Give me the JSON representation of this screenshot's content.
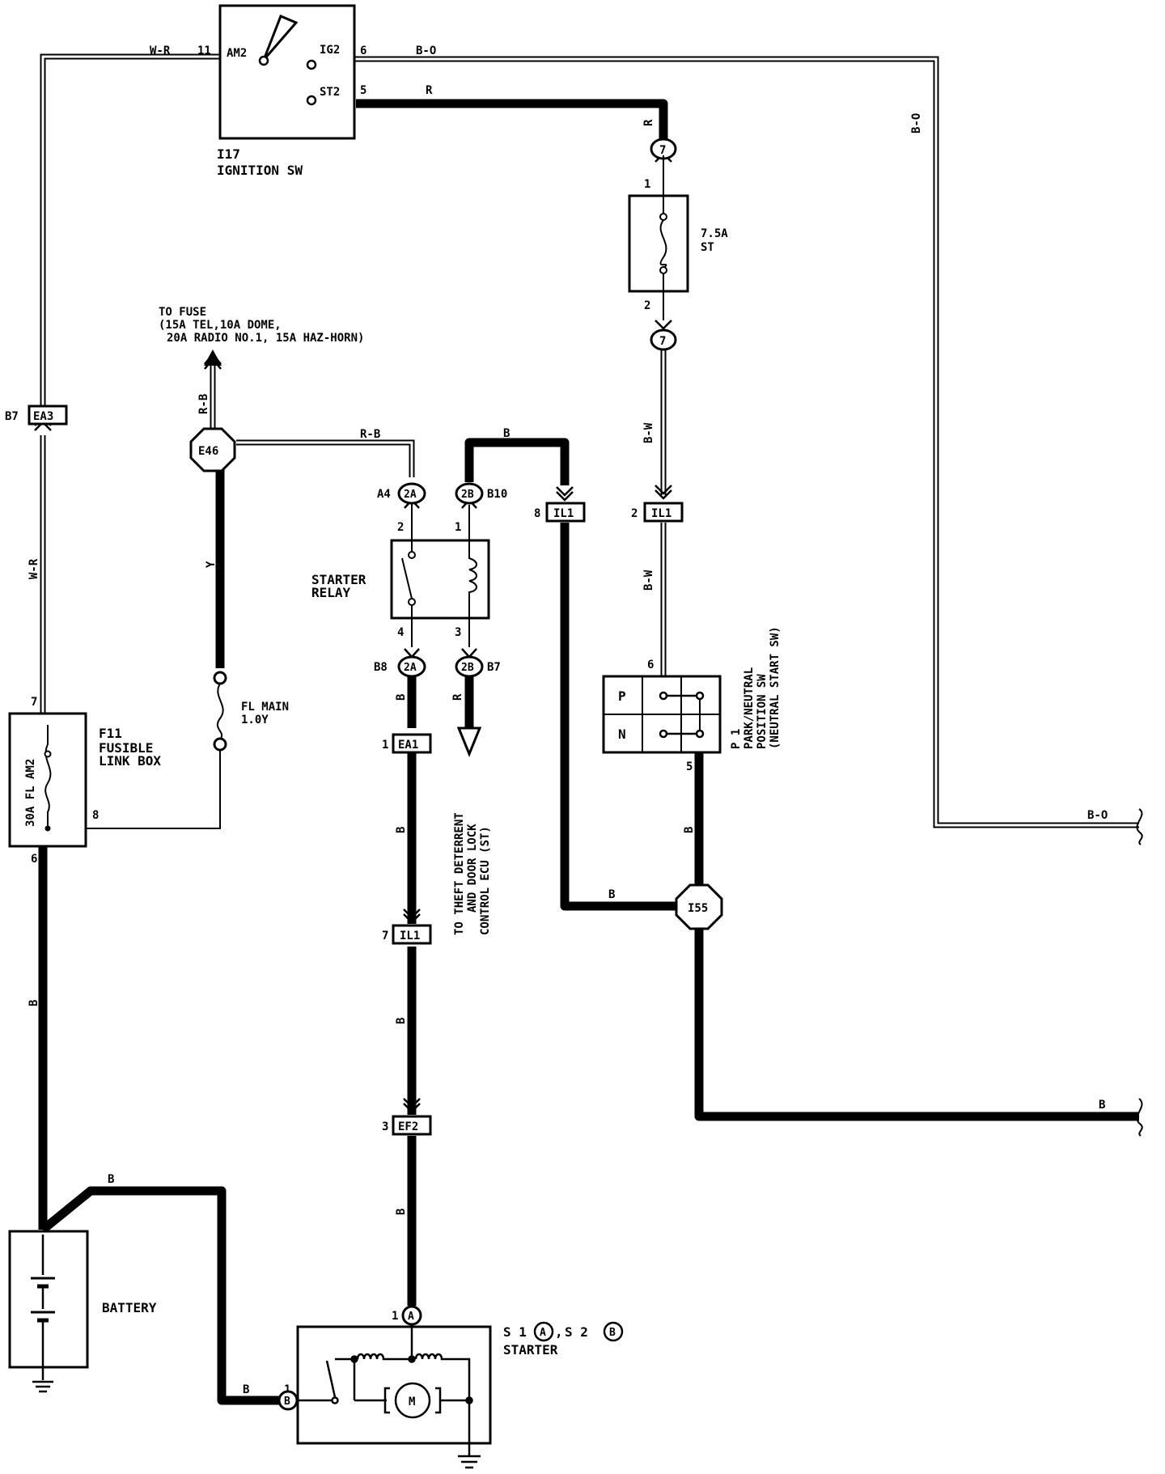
{
  "components": {
    "ignition_switch": {
      "id": "I17",
      "name": "IGNITION SW",
      "terminals": [
        "AM2",
        "IG2",
        "ST2"
      ],
      "pins": {
        "am2": "11",
        "ig2": "6",
        "st2": "5"
      }
    },
    "fuse_st": {
      "rating": "7.5A",
      "name": "ST",
      "pins": [
        "1",
        "2"
      ]
    },
    "fusible_link_box": {
      "id": "F11",
      "name_line1": "FUSIBLE",
      "name_line2": "LINK BOX",
      "inner_label": "30A FL AM2",
      "pins": {
        "top": "7",
        "mid": "8",
        "bottom": "6"
      }
    },
    "fl_main": {
      "name": "FL MAIN",
      "rating": "1.0Y"
    },
    "starter_relay": {
      "name_line1": "STARTER",
      "name_line2": "RELAY",
      "pins": {
        "p1": "1",
        "p2": "2",
        "p3": "3",
        "p4": "4"
      }
    },
    "pnp_switch": {
      "id": "P 1",
      "line1": "PARK/NEUTRAL",
      "line2": "POSITION SW",
      "line3": "(NEUTRAL START SW)",
      "rows": [
        "P",
        "N"
      ],
      "pins": {
        "top": "6",
        "bottom": "5"
      }
    },
    "battery": {
      "name": "BATTERY"
    },
    "starter": {
      "id_a": "S 1",
      "conn_a": "A",
      "sep": ",",
      "id_b": "S 2",
      "conn_b": "B",
      "name": "STARTER",
      "pins": {
        "a": "1",
        "b": "1"
      },
      "motor": "M"
    }
  },
  "connectors": {
    "c7_top": "7",
    "c7_bottom": "7",
    "ea3": {
      "label": "EA3",
      "pin": "B7"
    },
    "e46": "E46",
    "relay_2a_top": {
      "label": "2A",
      "pin": "A4"
    },
    "relay_2b_top": {
      "label": "2B",
      "pin": "B10"
    },
    "relay_2a_bot": {
      "label": "2A",
      "pin": "B8"
    },
    "relay_2b_bot": {
      "label": "2B",
      "pin": "B7"
    },
    "il1_left": {
      "label": "IL1",
      "pin": "8"
    },
    "il1_right": {
      "label": "IL1",
      "pin": "2"
    },
    "ea1": {
      "label": "EA1",
      "pin": "1"
    },
    "il1_mid": {
      "label": "IL1",
      "pin": "7"
    },
    "ef2": {
      "label": "EF2",
      "pin": "3"
    },
    "i55": "I55"
  },
  "wires": {
    "w_r_top": "W-R",
    "b_o_top": "B-O",
    "b_o_side": "B-O",
    "b_o_right": "B-O",
    "r_top": "R",
    "r_vert": "R",
    "b_w_1": "B-W",
    "b_w_2": "B-W",
    "w_r_side": "W-R",
    "r_b_vert": "R-B",
    "r_b_horiz": "R-B",
    "y": "Y",
    "b_relay_top": "B",
    "b_relay_out": "B",
    "r_relay_out": "R",
    "b_ea1": "B",
    "b_il1": "B",
    "b_ef2": "B",
    "b_battery": "B",
    "b_battery_top": "B",
    "b_starter": "B",
    "b_pnp": "B",
    "b_i55_left": "B",
    "b_ground_right": "B"
  },
  "notes": {
    "to_fuse_line1": "TO FUSE",
    "to_fuse_line2": "(15A TEL,10A DOME,",
    "to_fuse_line3": "20A RADIO NO.1, 15A HAZ-HORN)",
    "theft_line1": "TO THEFT DETERRENT",
    "theft_line2": "AND DOOR LOCK",
    "theft_line3": "CONTROL ECU (ST)"
  }
}
